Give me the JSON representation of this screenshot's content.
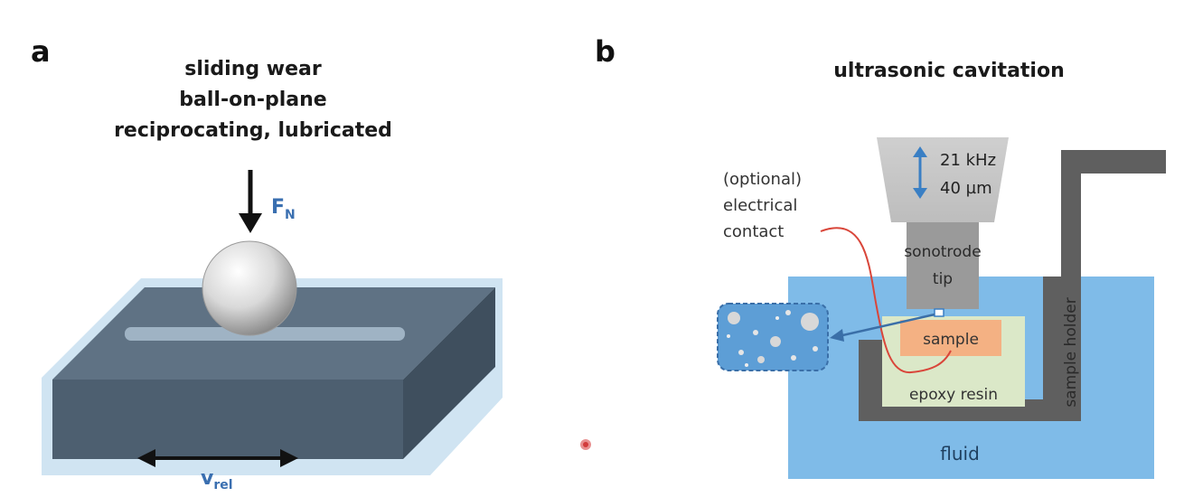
{
  "panel_a": {
    "letter": "a",
    "title_lines": [
      "sliding wear",
      "ball-on-plane",
      "reciprocating, lubricated"
    ],
    "force_label": "F",
    "force_sub": "N",
    "velocity_label": "v",
    "velocity_sub": "rel"
  },
  "panel_b": {
    "letter": "b",
    "title": "ultrasonic cavitation",
    "frequency": "21 kHz",
    "amplitude": "40 µm",
    "contact_lines": [
      "(optional)",
      "electrical",
      "contact"
    ],
    "sonotrode_lines": [
      "sonotrode",
      "tip"
    ],
    "sample": "sample",
    "epoxy": "epoxy resin",
    "holder": "sample holder",
    "fluid": "fluid"
  },
  "colors": {
    "plate_top": "#5f7284",
    "plate_front": "#4d5f70",
    "plate_side": "#3f4f5e",
    "fluid": "#7fbbe8",
    "holder": "#5f5f5f",
    "sonotrode": "#9a9a9a",
    "sample": "#f4b183",
    "epoxy": "#dbe8c8",
    "arrow_blue": "#3a7fc4",
    "wire": "#d9463a"
  }
}
